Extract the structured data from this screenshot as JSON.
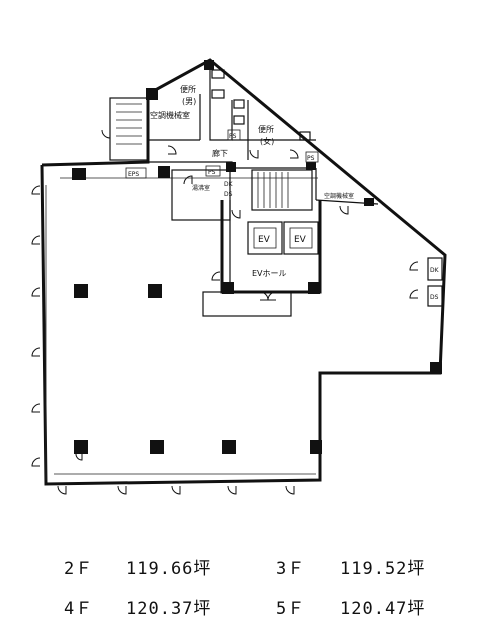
{
  "plan": {
    "rooms": {
      "aircon_machine_left": "空調機械室",
      "toilet_men": "便所\n(男)",
      "toilet_women": "便所\n(女)",
      "corridor": "廊下",
      "water_room": "湯沸室",
      "aircon_machine_right": "空調機械室",
      "ev_hall": "EVホール"
    },
    "tags": {
      "eps": "EPS",
      "ps_left": "PS",
      "ps_right": "PS",
      "ps_toilet": "PS",
      "dk": "DK",
      "ds1": "DS",
      "dk2": "DK",
      "ds2": "DS",
      "ev1": "EV",
      "ev2": "EV"
    }
  },
  "areas": [
    {
      "floor": "2Ｆ",
      "value": "119.66坪"
    },
    {
      "floor": "3Ｆ",
      "value": "119.52坪"
    },
    {
      "floor": "4Ｆ",
      "value": "120.37坪"
    },
    {
      "floor": "5Ｆ",
      "value": "120.47坪"
    }
  ]
}
